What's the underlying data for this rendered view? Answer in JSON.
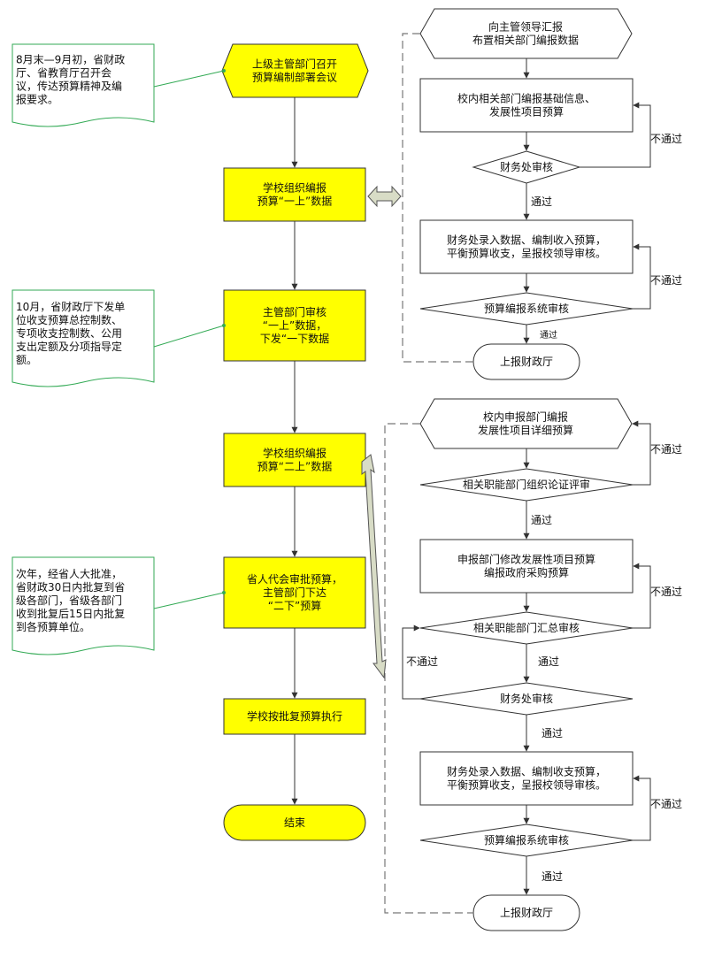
{
  "main": {
    "step1": [
      "上级主管部门召开",
      "预算编制部署会议"
    ],
    "step2": [
      "学校组织编报",
      "预算“一上”数据"
    ],
    "step3": [
      "主管部门审核",
      "“一上”数据，",
      "下发“一下数据"
    ],
    "step4": [
      "学校组织编报",
      "预算“二上”数据"
    ],
    "step5": [
      "省人代会审批预算，",
      "主管部门下达",
      "“二下”预算"
    ],
    "step6": [
      "学校按批复预算执行"
    ],
    "end": [
      "结束"
    ]
  },
  "notes": {
    "note1": [
      "8月末—9月初，省财政",
      "厅、省教育厅召开会",
      "议，传达预算精神及编",
      "报要求。"
    ],
    "note2": [
      "10月，省财政厅下发单",
      "位收支预算总控制数、",
      "专项收支控制数、公用",
      "支出定额及分项指导定",
      "额。"
    ],
    "note3": [
      "次年，经省人大批准，",
      "省财政30日内批复到省",
      "级各部门，省级各部门",
      "收到批复后15日内批复",
      "到各预算单位。"
    ]
  },
  "upper": {
    "report_leader": [
      "向主管领导汇报",
      "布置相关部门编报数据"
    ],
    "dept_prepare": [
      "校内相关部门编报基础信息、",
      "发展性项目预算"
    ],
    "finance_review": [
      "财务处审核"
    ],
    "finance_entry": [
      "财务处录入数据、编制收入预算，",
      "平衡预算收支，呈报校领导审核。"
    ],
    "system_review": [
      "预算编报系统审核"
    ],
    "submit": [
      "上报财政厅"
    ]
  },
  "lower": {
    "dept_declare": [
      "校内申报部门编报",
      "发展性项目详细预算"
    ],
    "expert_review": [
      "相关职能部门组织论证评审"
    ],
    "dept_revise": [
      "申报部门修改发展性项目预算",
      "编报政府采购预算"
    ],
    "summary_review": [
      "相关职能部门汇总审核"
    ],
    "finance_review": [
      "财务处审核"
    ],
    "finance_entry": [
      "财务处录入数据、编制收支预算，",
      "平衡预算收支，呈报校领导审核。"
    ],
    "system_review": [
      "预算编报系统审核"
    ],
    "submit": [
      "上报财政厅"
    ]
  },
  "labels": {
    "pass": "通过",
    "fail": "不通过"
  },
  "colors": {
    "main_fill": "#ffff00",
    "note_border": "#33aa55",
    "line": "#333333",
    "dash": "#777777",
    "double_arrow": "#d8dcc6"
  }
}
